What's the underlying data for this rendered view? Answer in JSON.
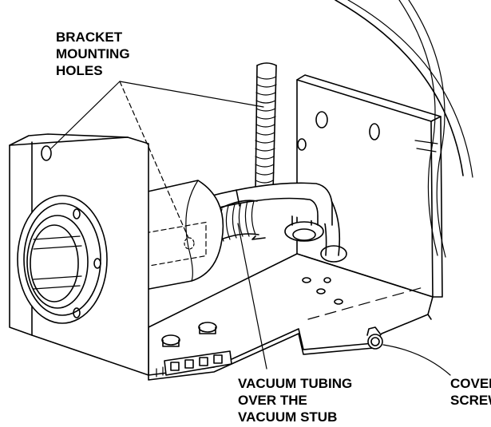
{
  "labels": {
    "bracket_mounting_holes": [
      "BRACKET",
      "MOUNTING",
      "HOLES"
    ],
    "vacuum_tubing": [
      "VACUUM TUBING",
      "OVER THE",
      "VACUUM STUB"
    ],
    "cover_screw": [
      "COVER",
      "SCREW"
    ]
  },
  "colors": {
    "line": "#000000",
    "background": "#ffffff"
  }
}
